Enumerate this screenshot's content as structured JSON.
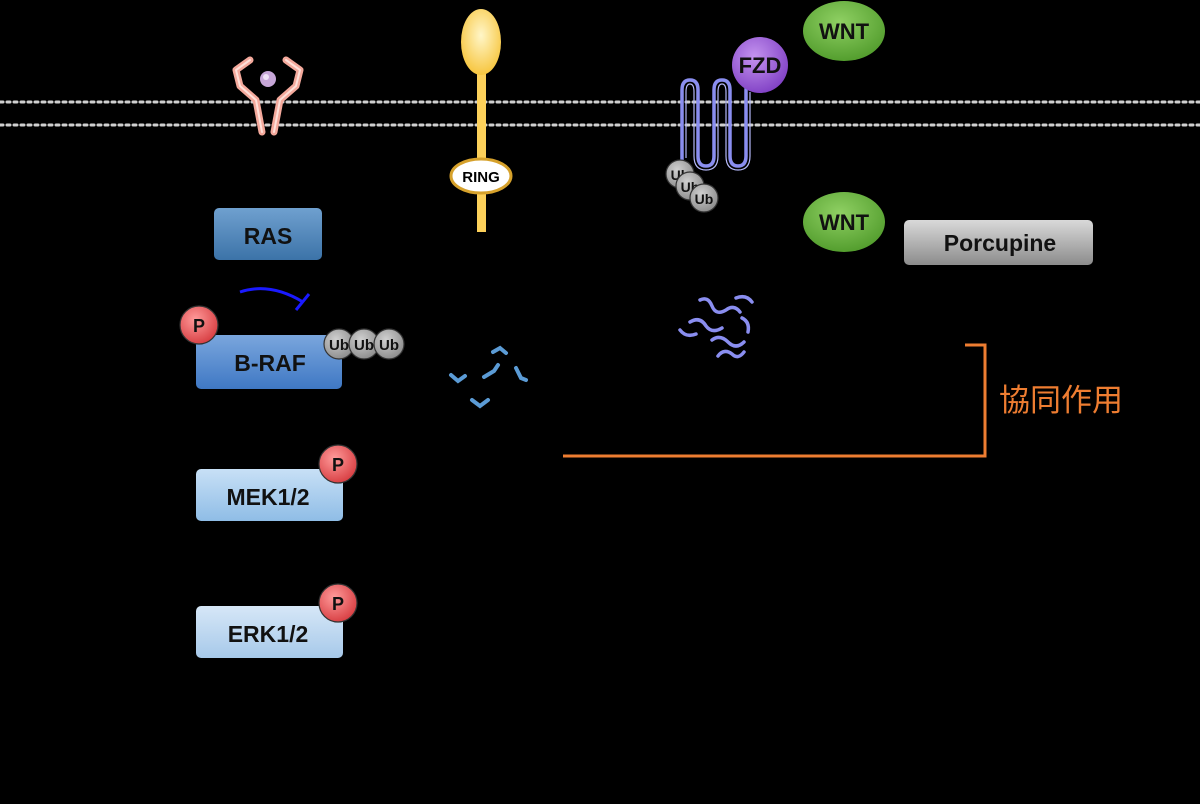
{
  "nodes": {
    "ras": "RAS",
    "braf": "B-RAF",
    "mek": "MEK1/2",
    "erk": "ERK1/2",
    "porcupine": "Porcupine",
    "wnt_top": "WNT",
    "wnt_mid": "WNT",
    "fzd": "FZD",
    "ring": "RING"
  },
  "badges": {
    "phospho": "P",
    "ubiquitin": "Ub"
  },
  "synergy_label": "協同作用",
  "colors": {
    "background": "#000000",
    "synergy": "#ee7d31",
    "ras_fill": "#4f86b8",
    "braf_fill": "#5b8fd0",
    "mek_fill": "#a9cdee",
    "erk_fill": "#bcd7ef",
    "wnt_fill": "#6ab33e",
    "fzd_fill": "#9b59d6",
    "porcupine_fill": "#a6a6a6",
    "phospho_fill": "#e8575a",
    "ub_fill": "#9a9a9a",
    "receptor": "#f4a99c",
    "transmembrane": "#8a8ef0",
    "stalk": "#fcd05a",
    "membrane_dots": "#cccccc",
    "inhibitor_arrow": "#1a1aff"
  }
}
